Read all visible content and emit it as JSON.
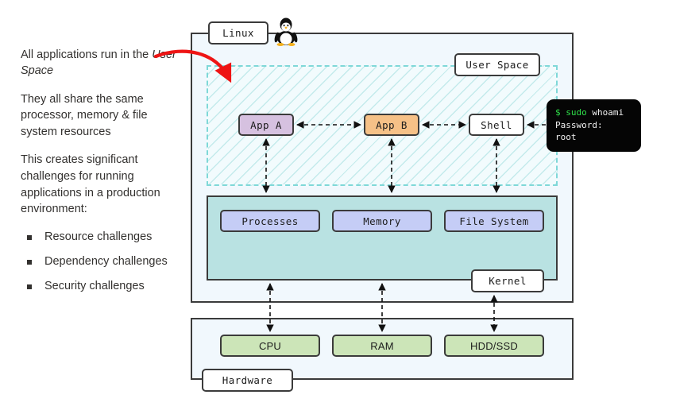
{
  "left_text": {
    "paragraphs": [
      {
        "before": "All applications run in the ",
        "emphasis": "User Space",
        "after": ""
      },
      {
        "before": "They all share the same processor, memory & file system resources",
        "emphasis": "",
        "after": ""
      },
      {
        "before": "This creates significant challenges for running applications in a production environment:",
        "emphasis": "",
        "after": ""
      }
    ],
    "bullets": [
      {
        "label": "Resource challenges"
      },
      {
        "label": "Dependency challenges"
      },
      {
        "label": "Security challenges"
      }
    ]
  },
  "diagram": {
    "tags": {
      "linux": "Linux",
      "user_space": "User Space",
      "kernel": "Kernel",
      "hardware": "Hardware"
    },
    "user_space_nodes": [
      {
        "id": "app-a",
        "label": "App A",
        "color": "#d6c1e0"
      },
      {
        "id": "app-b",
        "label": "App B",
        "color": "#f6c187"
      },
      {
        "id": "shell",
        "label": "Shell",
        "color": "#ffffff"
      }
    ],
    "kernel_nodes": [
      {
        "id": "processes",
        "label": "Processes",
        "color": "#c5cdf6"
      },
      {
        "id": "memory",
        "label": "Memory",
        "color": "#c5cdf6"
      },
      {
        "id": "filesystem",
        "label": "File System",
        "color": "#c5cdf6"
      }
    ],
    "hardware_nodes": [
      {
        "id": "cpu",
        "label": "CPU",
        "color": "#cce5b8"
      },
      {
        "id": "ram",
        "label": "RAM",
        "color": "#cce5b8"
      },
      {
        "id": "hddssd",
        "label": "HDD/SSD",
        "color": "#cce5b8"
      }
    ],
    "terminal": {
      "prompt": "$",
      "command_privileged": "sudo",
      "command": "whoami",
      "line2": "Password:",
      "line3": "root",
      "prompt_color": "#2fe04a",
      "text_color": "#f2f2f2",
      "background": "#050505"
    },
    "colors": {
      "outer_fill": "#f1f8fd",
      "user_space_fill": "#f2fbfd",
      "user_space_stroke": "#7fd8d8",
      "kernel_fill": "#b9e2e2",
      "border": "#3b3b3b",
      "annotation_arrow": "#ee1414"
    },
    "icons": {
      "tux": "tux-penguin-icon"
    }
  }
}
